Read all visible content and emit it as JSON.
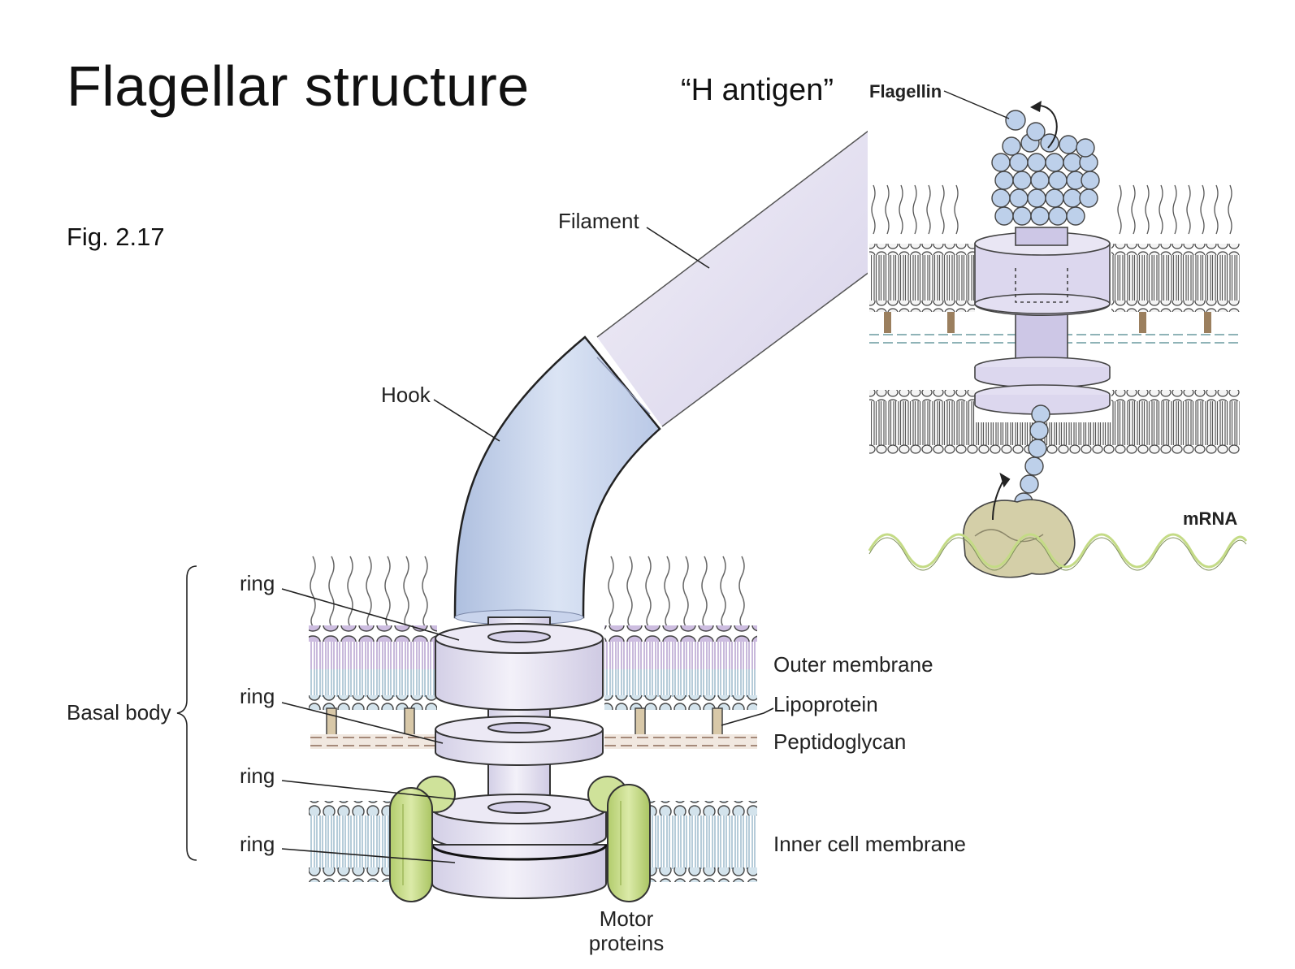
{
  "slide": {
    "title": "Flagellar structure",
    "figure_ref": "Fig. 2.17",
    "antigen_label": "“H antigen”"
  },
  "main_diagram": {
    "labels": {
      "filament": "Filament",
      "hook": "Hook",
      "ring_1": "ring",
      "ring_2": "ring",
      "ring_3": "ring",
      "ring_4": "ring",
      "basal_body": "Basal body",
      "outer_membrane": "Outer membrane",
      "lipoprotein": "Lipoprotein",
      "peptidoglycan": "Peptidoglycan",
      "inner_membrane": "Inner cell membrane",
      "motor_line1": "Motor",
      "motor_line2": "proteins"
    },
    "colors": {
      "hook": "#c6d3ea",
      "filament": "#ddd9ee",
      "ring": "#e4e0f0",
      "motor": "#c5dc8c",
      "outer_heads": "#c8b6da",
      "inner_heads": "#c2d8e4",
      "lipoprotein": "#c9b79a"
    }
  },
  "inset_diagram": {
    "labels": {
      "flagellin": "Flagellin",
      "mrna": "mRNA"
    },
    "colors": {
      "flagellin": "#bdd0ea",
      "ribosome": "#d4cfa8",
      "mrna": "#cbe08e",
      "ring": "#d8d3ec",
      "lipoprotein": "#9b7f5e"
    }
  }
}
